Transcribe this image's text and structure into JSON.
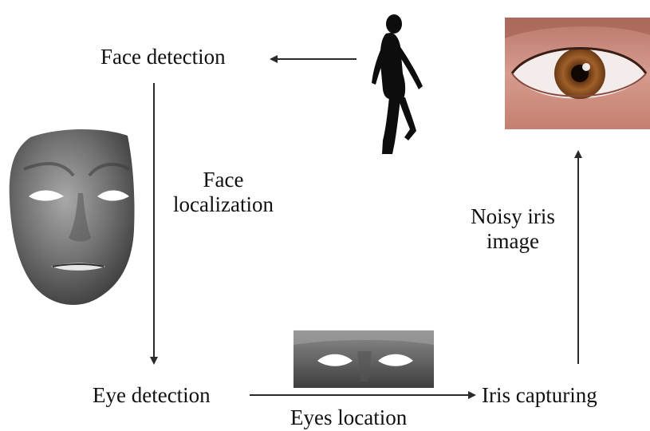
{
  "labels": {
    "face_detection": "Face detection",
    "face_localization_line1": "Face",
    "face_localization_line2": "localization",
    "eye_detection": "Eye detection",
    "eyes_location": "Eyes location",
    "iris_capturing": "Iris capturing",
    "noisy_iris_line1": "Noisy iris",
    "noisy_iris_line2": "image"
  },
  "icons": {
    "person": "walking-person-silhouette-icon",
    "face": "face-mask-icon",
    "eyes": "eyes-region-icon",
    "iris": "iris-eye-photo-icon"
  },
  "colors": {
    "text": "#111111",
    "arrow": "#2a2a2a",
    "face_gray": "#6e6e6e",
    "iris_brown": "#8a4e1e",
    "skin": "#c9877a"
  }
}
